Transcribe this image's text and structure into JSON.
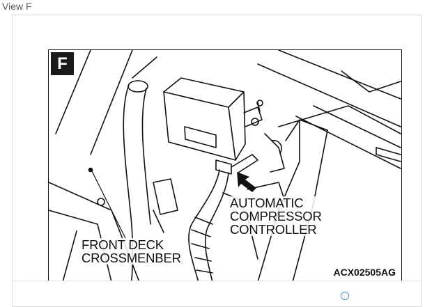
{
  "view": {
    "title": "View F"
  },
  "figure": {
    "badge_letter": "F",
    "code": "ACX02505AG",
    "callouts": {
      "automatic_compressor_controller": [
        "AUTOMATIC",
        "COMPRESSOR",
        "CONTROLLER"
      ],
      "front_deck_crossmember": [
        "FRONT DECK",
        "CROSSMENBER"
      ]
    }
  },
  "icons": {
    "footer": "circle-icon"
  }
}
